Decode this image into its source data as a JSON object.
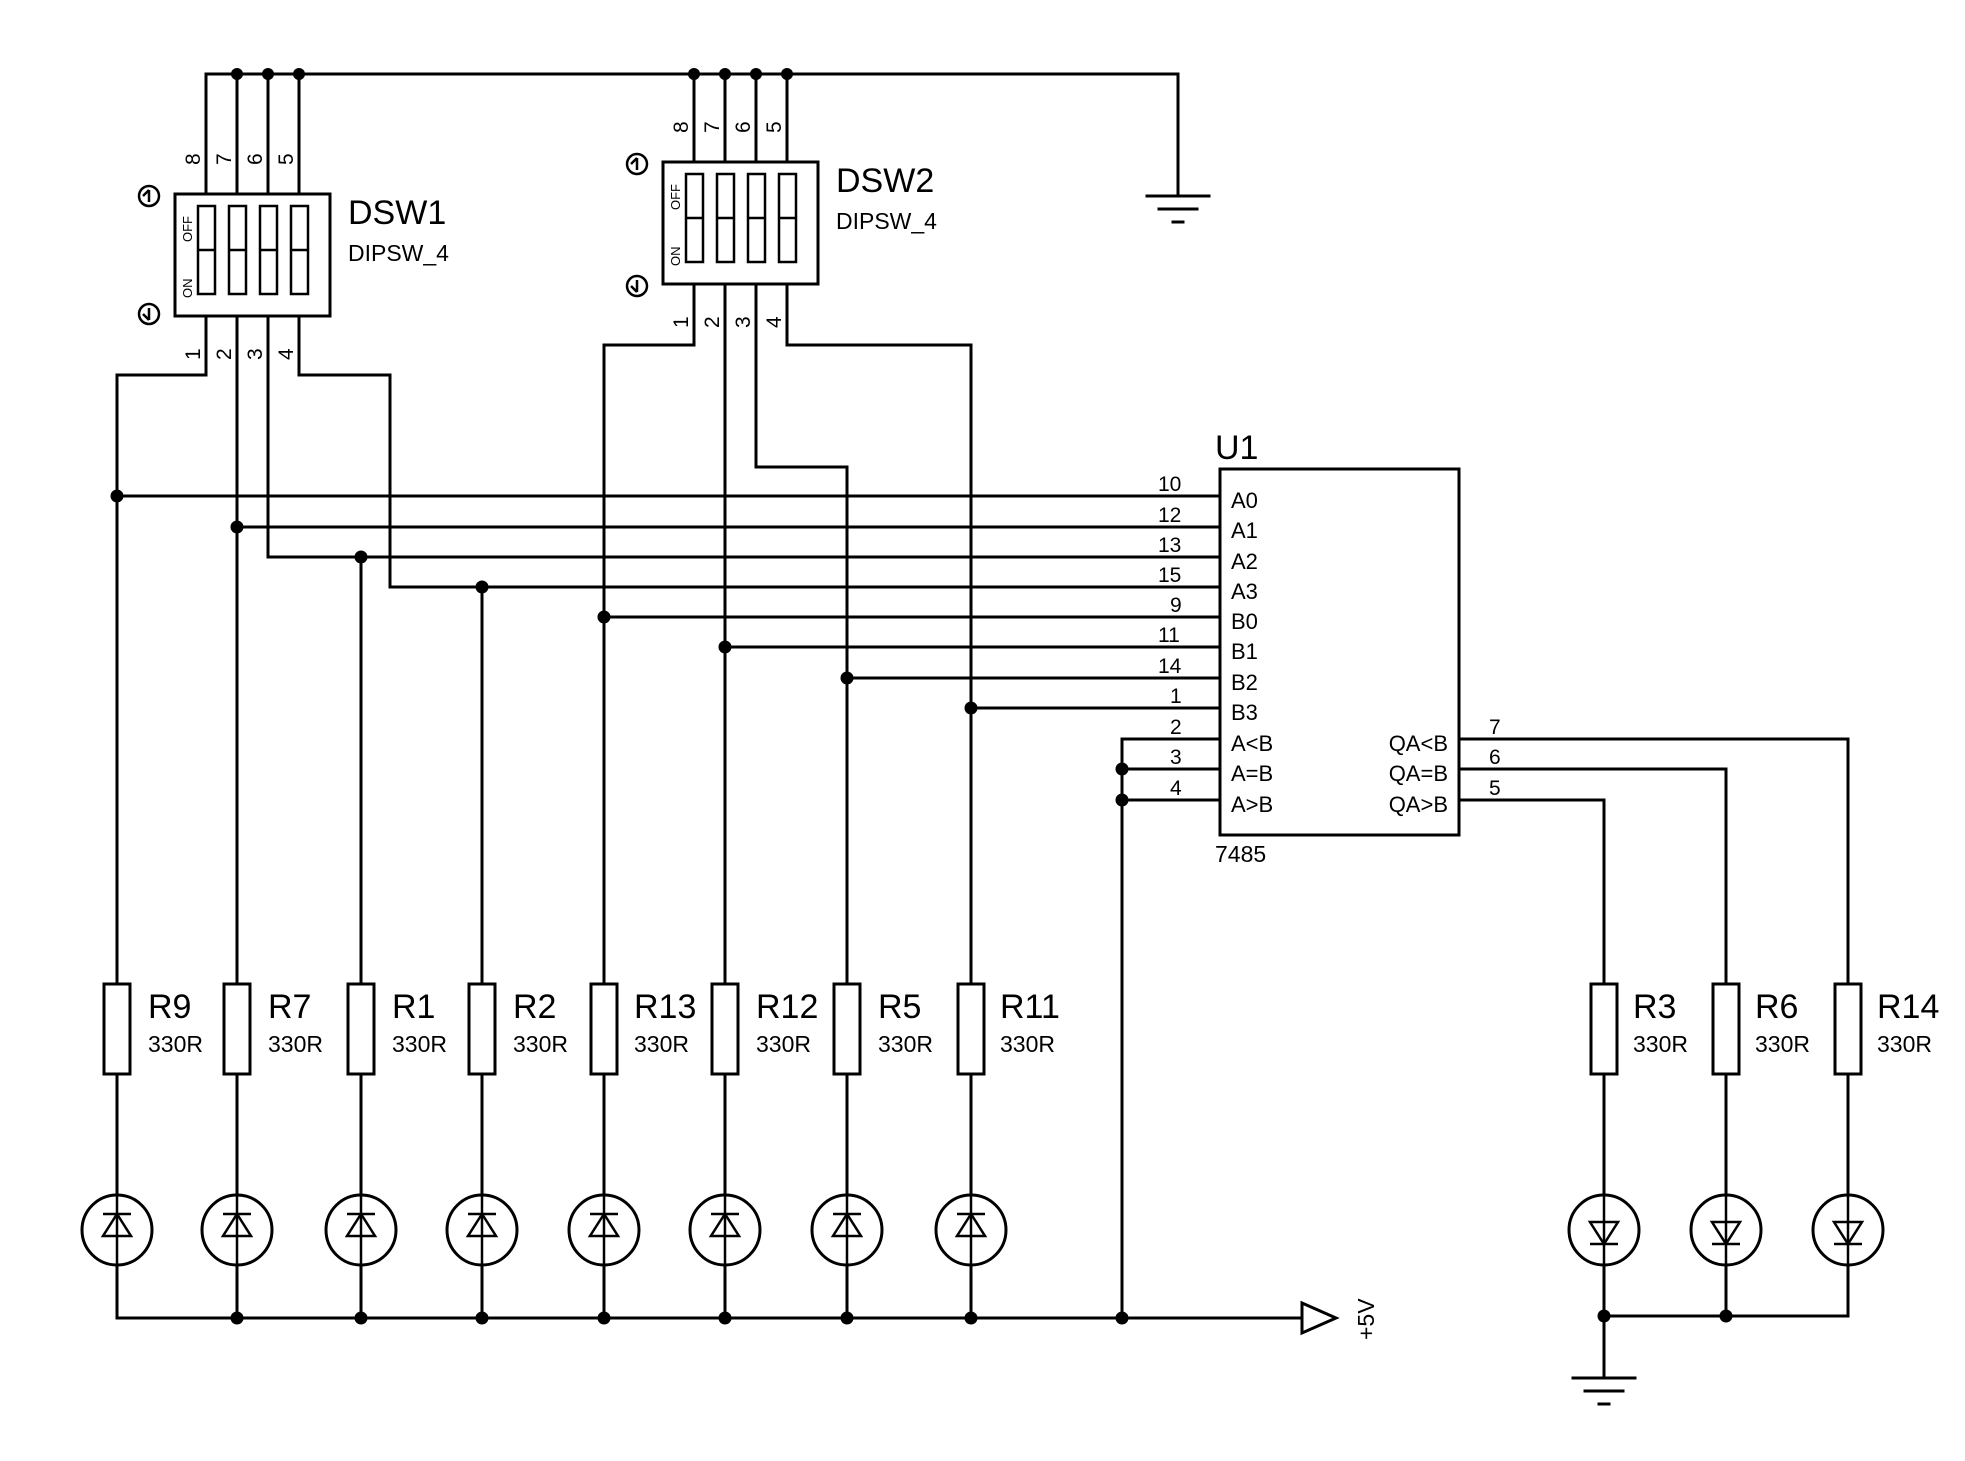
{
  "ic": {
    "refdes": "U1",
    "part": "7485",
    "left_pins": [
      {
        "num": "10",
        "name": "A0"
      },
      {
        "num": "12",
        "name": "A1"
      },
      {
        "num": "13",
        "name": "A2"
      },
      {
        "num": "15",
        "name": "A3"
      },
      {
        "num": "9",
        "name": "B0"
      },
      {
        "num": "11",
        "name": "B1"
      },
      {
        "num": "14",
        "name": "B2"
      },
      {
        "num": "1",
        "name": "B3"
      },
      {
        "num": "2",
        "name": "A<B"
      },
      {
        "num": "3",
        "name": "A=B"
      },
      {
        "num": "4",
        "name": "A>B"
      }
    ],
    "right_pins": [
      {
        "num": "7",
        "name": "QA<B"
      },
      {
        "num": "6",
        "name": "QA=B"
      },
      {
        "num": "5",
        "name": "QA>B"
      }
    ]
  },
  "switches": [
    {
      "refdes": "DSW1",
      "value": "DIPSW_4",
      "bottom_pins": [
        "1",
        "2",
        "3",
        "4"
      ],
      "top_pins": [
        "8",
        "7",
        "6",
        "5"
      ],
      "off_label": "OFF",
      "on_label": "ON"
    },
    {
      "refdes": "DSW2",
      "value": "DIPSW_4",
      "bottom_pins": [
        "1",
        "2",
        "3",
        "4"
      ],
      "top_pins": [
        "8",
        "7",
        "6",
        "5"
      ],
      "off_label": "OFF",
      "on_label": "ON"
    }
  ],
  "input_resistors": [
    {
      "refdes": "R9",
      "value": "330R"
    },
    {
      "refdes": "R7",
      "value": "330R"
    },
    {
      "refdes": "R1",
      "value": "330R"
    },
    {
      "refdes": "R2",
      "value": "330R"
    },
    {
      "refdes": "R13",
      "value": "330R"
    },
    {
      "refdes": "R12",
      "value": "330R"
    },
    {
      "refdes": "R5",
      "value": "330R"
    },
    {
      "refdes": "R11",
      "value": "330R"
    }
  ],
  "output_resistors": [
    {
      "refdes": "R3",
      "value": "330R"
    },
    {
      "refdes": "R6",
      "value": "330R"
    },
    {
      "refdes": "R14",
      "value": "330R"
    }
  ],
  "power": {
    "label": "+5V"
  },
  "icons": [
    "ground-symbol-icon",
    "power-arrow-icon",
    "led-icon",
    "resistor-icon",
    "dip-switch-icon"
  ]
}
